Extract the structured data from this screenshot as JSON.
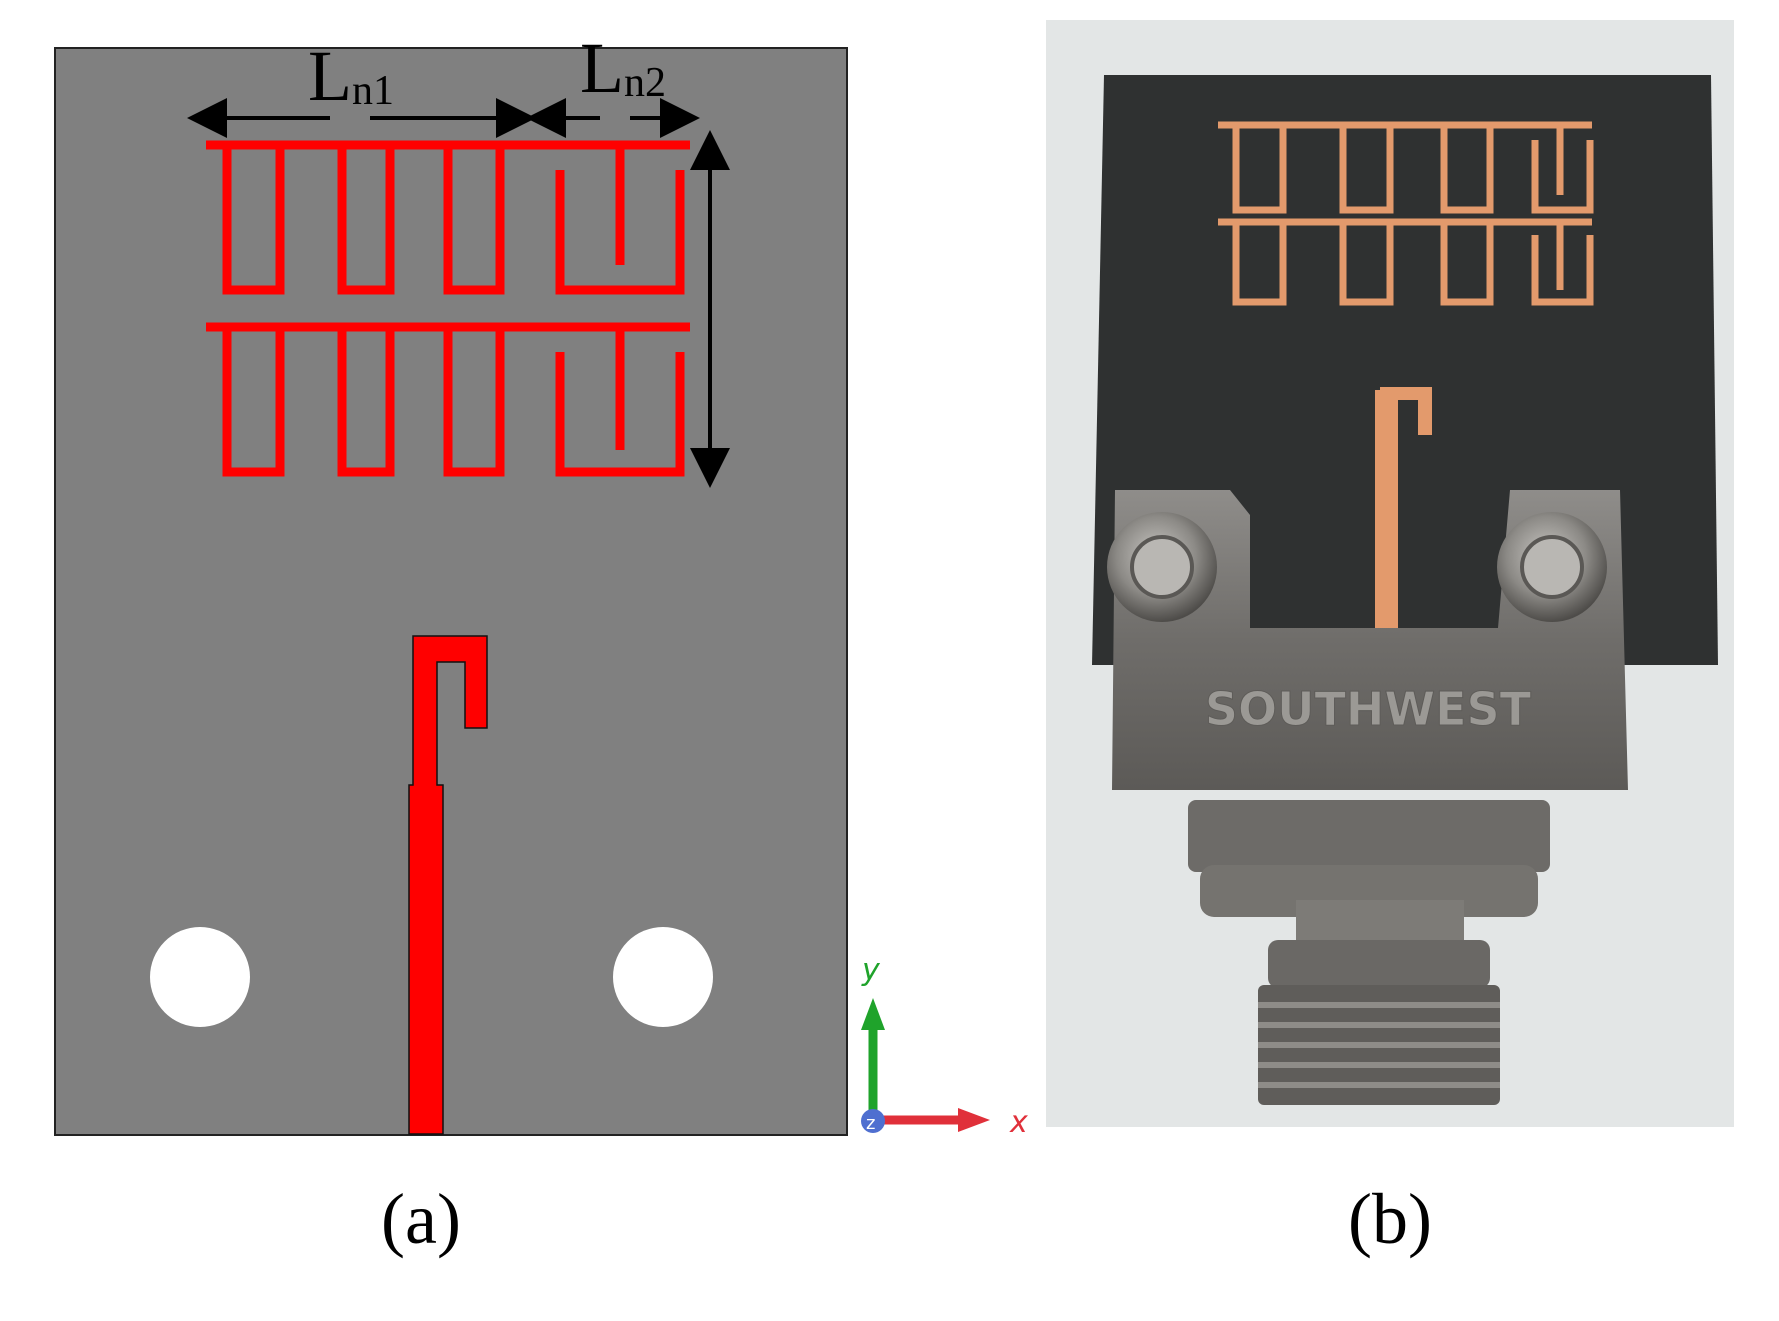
{
  "dimensions": {
    "ln1_letter": "L",
    "ln1_sub": "n1",
    "ln2_letter": "L",
    "ln2_sub": "n2"
  },
  "axes": {
    "y": "y",
    "x": "x",
    "z": "z"
  },
  "captions": {
    "a": "(a)",
    "b": "(b)"
  },
  "photo": {
    "connector_text": "SOUTHWEST"
  },
  "colors": {
    "substrate": "#808080",
    "trace": "#ff0000",
    "photo_background": "#e3e6e6",
    "photo_board": "#2f3131",
    "copper": "#e39a6c",
    "connector": "#7e7c79",
    "axis_y": "#1fa32b",
    "axis_x": "#e0303a",
    "axis_z": "#4f6fd0"
  }
}
